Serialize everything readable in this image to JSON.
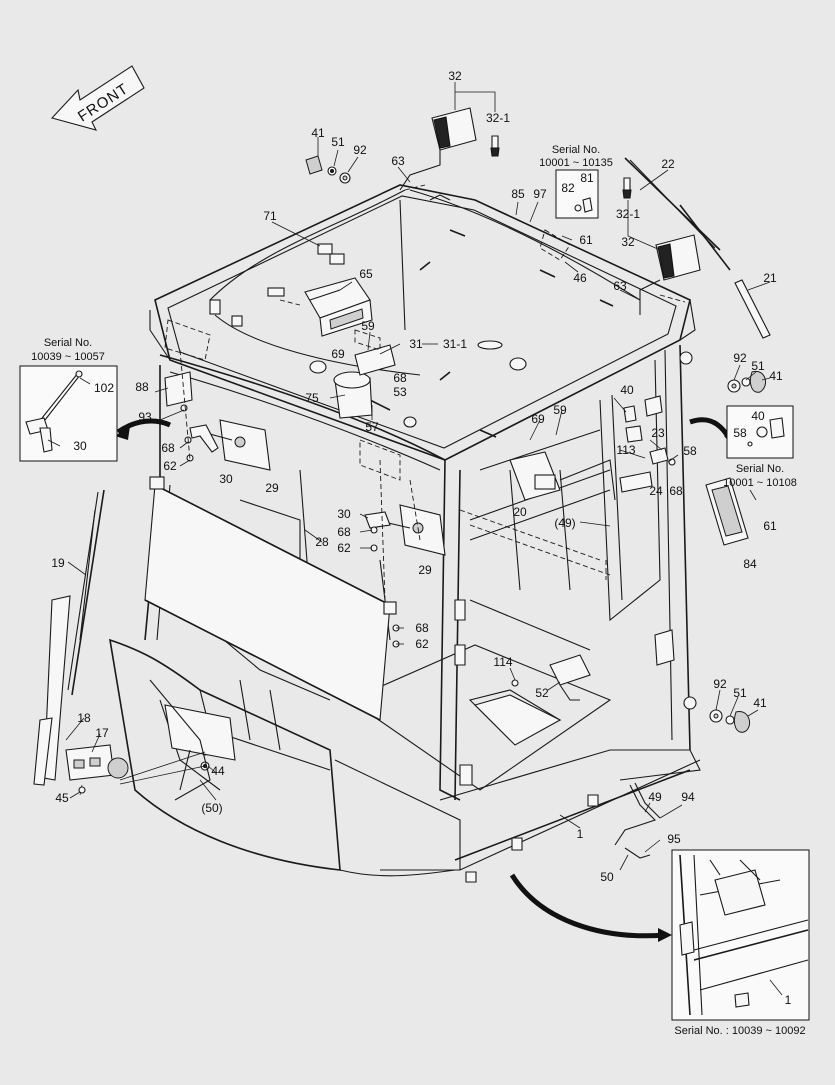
{
  "direction_label": "FRONT",
  "inset_boxes": {
    "serial_left": [
      "Serial No.",
      "10039 ~ 10057"
    ],
    "serial_top": [
      "Serial No.",
      "10001 ~ 10135"
    ],
    "serial_right": [
      "Serial No.",
      "10001 ~ 10108"
    ],
    "serial_bottom": "Serial No. : 10039 ~ 10092"
  },
  "part_labels": {
    "p32a": "32",
    "p32_1a": "32-1",
    "p41a": "41",
    "p51a": "51",
    "p92a": "92",
    "p63a": "63",
    "p71": "71",
    "p65": "65",
    "p59a": "59",
    "p31": "31",
    "p31_1": "31-1",
    "p69a": "69",
    "p68a": "68",
    "p53": "53",
    "p75": "75",
    "p57": "57",
    "p85": "85",
    "p97": "97",
    "p82": "82",
    "p81": "81",
    "p61a": "61",
    "p46": "46",
    "p22": "22",
    "p32_1b": "32-1",
    "p32b": "32",
    "p63b": "63",
    "p21": "21",
    "p92b": "92",
    "p51b": "51",
    "p41b": "41",
    "p40a": "40",
    "p40b": "40",
    "p58a": "58",
    "p23": "23",
    "p58b": "58",
    "p113": "113",
    "p24": "24",
    "p68b": "68",
    "p61b": "61",
    "p84": "84",
    "p69b": "69",
    "p59b": "59",
    "p20": "20",
    "p49a": "(49)",
    "p102": "102",
    "p30a": "30",
    "p88": "88",
    "p93": "93",
    "p68c": "68",
    "p62a": "62",
    "p30b": "30",
    "p29a": "29",
    "p30c": "30",
    "p68d": "68",
    "p62b": "62",
    "p28": "28",
    "p29b": "29",
    "p68e": "68",
    "p62c": "62",
    "p19": "19",
    "p18": "18",
    "p17": "17",
    "p44": "44",
    "p45": "45",
    "p50a": "(50)",
    "p114": "114",
    "p52": "52",
    "p92c": "92",
    "p51c": "51",
    "p41c": "41",
    "p49b": "49",
    "p94": "94",
    "p95": "95",
    "p50b": "50",
    "p1a": "1",
    "p1b": "1"
  }
}
